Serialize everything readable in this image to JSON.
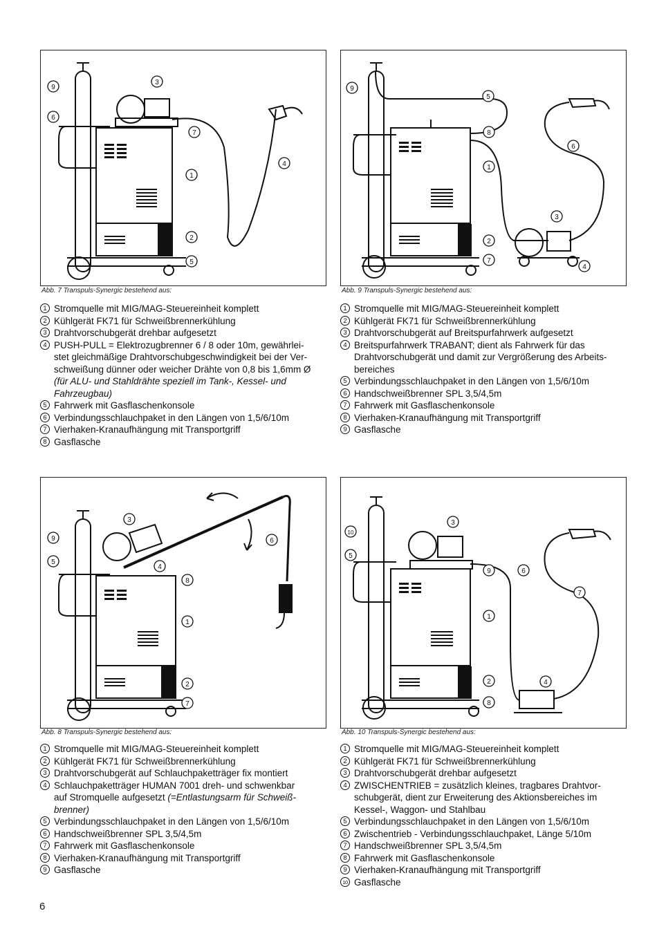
{
  "page_number": "6",
  "figures": [
    {
      "caption": "Abb. 7   Transpuls-Synergic  bestehend aus:",
      "callouts": [
        "9",
        "3",
        "6",
        "7",
        "4",
        "1",
        "2",
        "5"
      ],
      "legend": [
        {
          "num": "1",
          "text": "Stromquelle mit MIG/MAG-Steuereinheit komplett"
        },
        {
          "num": "2",
          "text": "Kühlgerät FK71 für Schweißbrennerkühlung"
        },
        {
          "num": "3",
          "text": "Drahtvorschubgerät drehbar aufgesetzt"
        },
        {
          "num": "4",
          "text": "PUSH-PULL = Elektrozugbrenner 6 / 8 oder 10m, gewährlei-",
          "cont": [
            "stet gleichmäßige Drahtvorschubgeschwindigkeit bei der Ver-",
            "schweißung dünner oder weicher Drähte von 0,8 bis 1,6mm Ø"
          ],
          "italic": [
            "(für ALU- und Stahldrähte  speziell im Tank-, Kessel- und",
            "Fahrzeugbau)"
          ]
        },
        {
          "num": "5",
          "text": "Fahrwerk mit Gasflaschenkonsole"
        },
        {
          "num": "6",
          "text": "Verbindungsschlauchpaket in den Längen von 1,5/6/10m"
        },
        {
          "num": "7",
          "text": "Vierhaken-Kranaufhängung mit Transportgriff"
        },
        {
          "num": "8",
          "text": "Gasflasche"
        }
      ]
    },
    {
      "caption": "Abb. 9   Transpuls-Synergic bestehend aus:",
      "callouts": [
        "9",
        "5",
        "8",
        "6",
        "1",
        "3",
        "2",
        "7",
        "4"
      ],
      "legend": [
        {
          "num": "1",
          "text": "Stromquelle mit MIG/MAG-Steuereinheit komplett"
        },
        {
          "num": "2",
          "text": "Kühlgerät FK71 für Schweißbrennerkühlung"
        },
        {
          "num": "3",
          "text": "Drahtvorschubgerät auf Breitspurfahrwerk aufgesetzt"
        },
        {
          "num": "4",
          "text": "Breitspurfahrwerk TRABANT; dient als Fahrwerk für das",
          "cont": [
            "Drahtvorschubgerät und damit zur Vergrößerung des Arbeits-",
            "bereiches"
          ]
        },
        {
          "num": "5",
          "text": "Verbindungsschlauchpaket in den Längen von 1,5/6/10m"
        },
        {
          "num": "6",
          "text": "Handschweißbrenner SPL 3,5/4,5m"
        },
        {
          "num": "7",
          "text": "Fahrwerk mit Gasflaschenkonsole"
        },
        {
          "num": "8",
          "text": "Vierhaken-Kranaufhängung mit Transportgriff"
        },
        {
          "num": "9",
          "text": "Gasflasche"
        }
      ]
    },
    {
      "caption": "Abb. 8   Transpuls-Synergic bestehend aus:",
      "callouts": [
        "3",
        "9",
        "5",
        "4",
        "8",
        "6",
        "1",
        "2",
        "7"
      ],
      "legend": [
        {
          "num": "1",
          "text": "Stromquelle mit MIG/MAG-Steuereinheit komplett"
        },
        {
          "num": "2",
          "text": "Kühlgerät FK71 für Schweißbrennerkühlung"
        },
        {
          "num": "3",
          "text": "Drahtvorschubgerät auf Schlauchpaketträger fix montiert"
        },
        {
          "num": "4",
          "text": "Schlauchpaketträger HUMAN 7001 dreh- und schwenkbar",
          "cont": [
            "auf Stromquelle aufgesetzt"
          ],
          "inline_italic": " (=Entlastungsarm für Schweiß-",
          "italic": [
            "brenner)"
          ]
        },
        {
          "num": "5",
          "text": "Verbindungsschlauchpaket in den Längen von 1,5/6/10m"
        },
        {
          "num": "6",
          "text": "Handschweißbrenner SPL 3,5/4,5m"
        },
        {
          "num": "7",
          "text": "Fahrwerk mit Gasflaschenkonsole"
        },
        {
          "num": "8",
          "text": "Vierhaken-Kranaufhängung mit Transportgriff"
        },
        {
          "num": "9",
          "text": "Gasflasche"
        }
      ]
    },
    {
      "caption": "Abb. 10   Transpuls-Synergic bestehend aus:",
      "callouts": [
        "3",
        "10",
        "5",
        "9",
        "6",
        "7",
        "1",
        "2",
        "4",
        "8"
      ],
      "legend": [
        {
          "num": "1",
          "text": "Stromquelle mit MIG/MAG-Steuereinheit komplett"
        },
        {
          "num": "2",
          "text": "Kühlgerät FK71 für Schweißbrennerkühlung"
        },
        {
          "num": "3",
          "text": "Drahtvorschubgerät drehbar aufgesetzt"
        },
        {
          "num": "4",
          "text": "ZWISCHENTRIEB = zusätzlich kleines, tragbares Drahtvor-",
          "cont": [
            "schubgerät, dient zur Erweiterung des Aktionsbereiches im",
            "Kessel-, Waggon- und Stahlbau"
          ]
        },
        {
          "num": "5",
          "text": "Verbindungsschlauchpaket in den Längen von 1,5/6/10m"
        },
        {
          "num": "6",
          "text": "Zwischentrieb - Verbindungsschlauchpaket, Länge 5/10m"
        },
        {
          "num": "7",
          "text": "Handschweißbrenner SPL 3,5/4,5m"
        },
        {
          "num": "8",
          "text": "Fahrwerk mit Gasflaschenkonsole"
        },
        {
          "num": "9",
          "text": "Vierhaken-Kranaufhängung mit Transportgriff"
        },
        {
          "num": "10",
          "text": "Gasflasche"
        }
      ]
    }
  ]
}
